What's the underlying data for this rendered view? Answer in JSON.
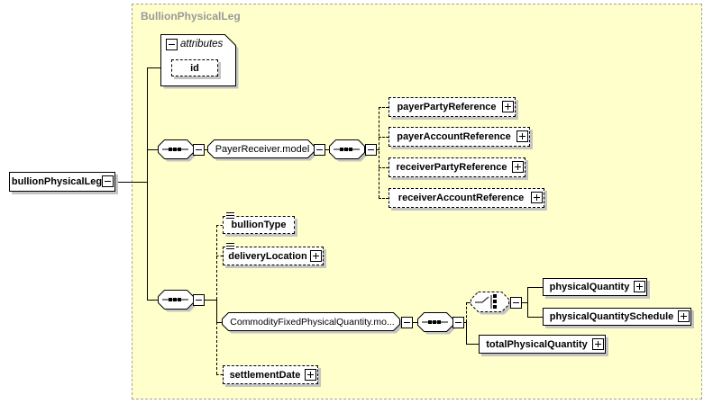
{
  "diagram_title": "BullionPhysicalLeg",
  "nodes": {
    "root": "bullionPhysicalLeg",
    "attributes_header": "attributes",
    "attr_id": "id",
    "payer_receiver_group": "PayerReceiver.model",
    "payer_party_reference": "payerPartyReference",
    "payer_account_reference": "payerAccountReference",
    "receiver_party_reference": "receiverPartyReference",
    "receiver_account_reference": "receiverAccountReference",
    "bullion_type": "bullionType",
    "delivery_location": "deliveryLocation",
    "commodity_fixed_group": "CommodityFixedPhysicalQuantity.mo...",
    "physical_quantity": "physicalQuantity",
    "physical_quantity_schedule": "physicalQuantitySchedule",
    "total_physical_quantity": "totalPhysicalQuantity",
    "settlement_date": "settlementDate"
  },
  "colors": {
    "container_bg": "#FFFFCC",
    "container_border": "#A3A3A3",
    "title_text": "#999999",
    "node_bg": "#FFFFFF",
    "shadow": "#C4C4C4",
    "line": "#000000"
  }
}
